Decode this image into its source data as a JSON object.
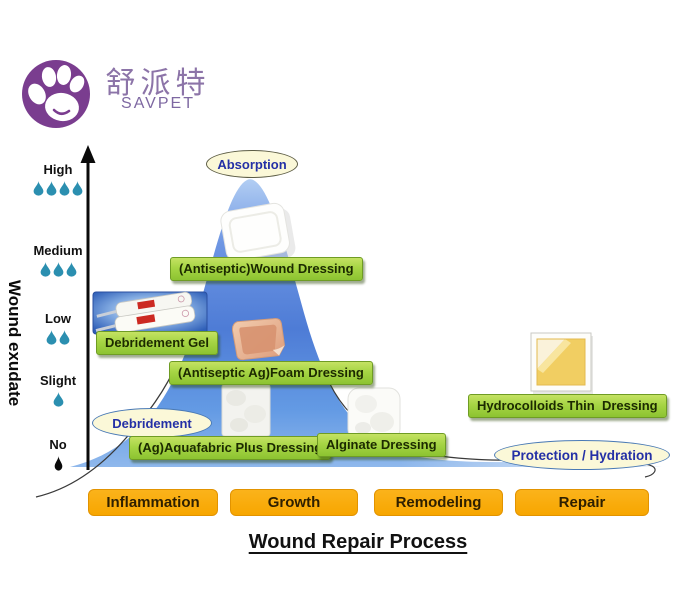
{
  "logo": {
    "brand_cn": "舒派特",
    "brand_en": "SAVPET"
  },
  "axis": {
    "label": "Wound exudate",
    "levels": [
      {
        "label": "High",
        "drops": 4
      },
      {
        "label": "Medium",
        "drops": 3
      },
      {
        "label": "Low",
        "drops": 2
      },
      {
        "label": "Slight",
        "drops": 1
      },
      {
        "label": "No",
        "drops": 1
      }
    ]
  },
  "stages": {
    "absorption": "Absorption",
    "debridement": "Debridement",
    "protection": "Protection / Hydration"
  },
  "products": {
    "wound_dressing": "(Antiseptic)Wound Dressing",
    "debridement_gel": "Debridement Gel",
    "foam_dressing": "(Antiseptic Ag)Foam Dressing",
    "hydrocolloids": "Hydrocolloids Thin  Dressing",
    "aquafabric": "(Ag)Aquafabric Plus Dressing",
    "alginate": "Alginate Dressing"
  },
  "phases": [
    {
      "label": "Inflammation"
    },
    {
      "label": "Growth"
    },
    {
      "label": "Remodeling"
    },
    {
      "label": "Repair"
    }
  ],
  "title": "Wound Repair Process",
  "colors": {
    "mountain_blue": "#4E7FD8",
    "green_box": "#A6D544",
    "phase_orange": "#F7A600",
    "oval_fill": "#FBF8D8",
    "label_blue": "#2430A6",
    "drop_teal": "#2B8FB0",
    "logo_purple": "#7A3D8F"
  }
}
